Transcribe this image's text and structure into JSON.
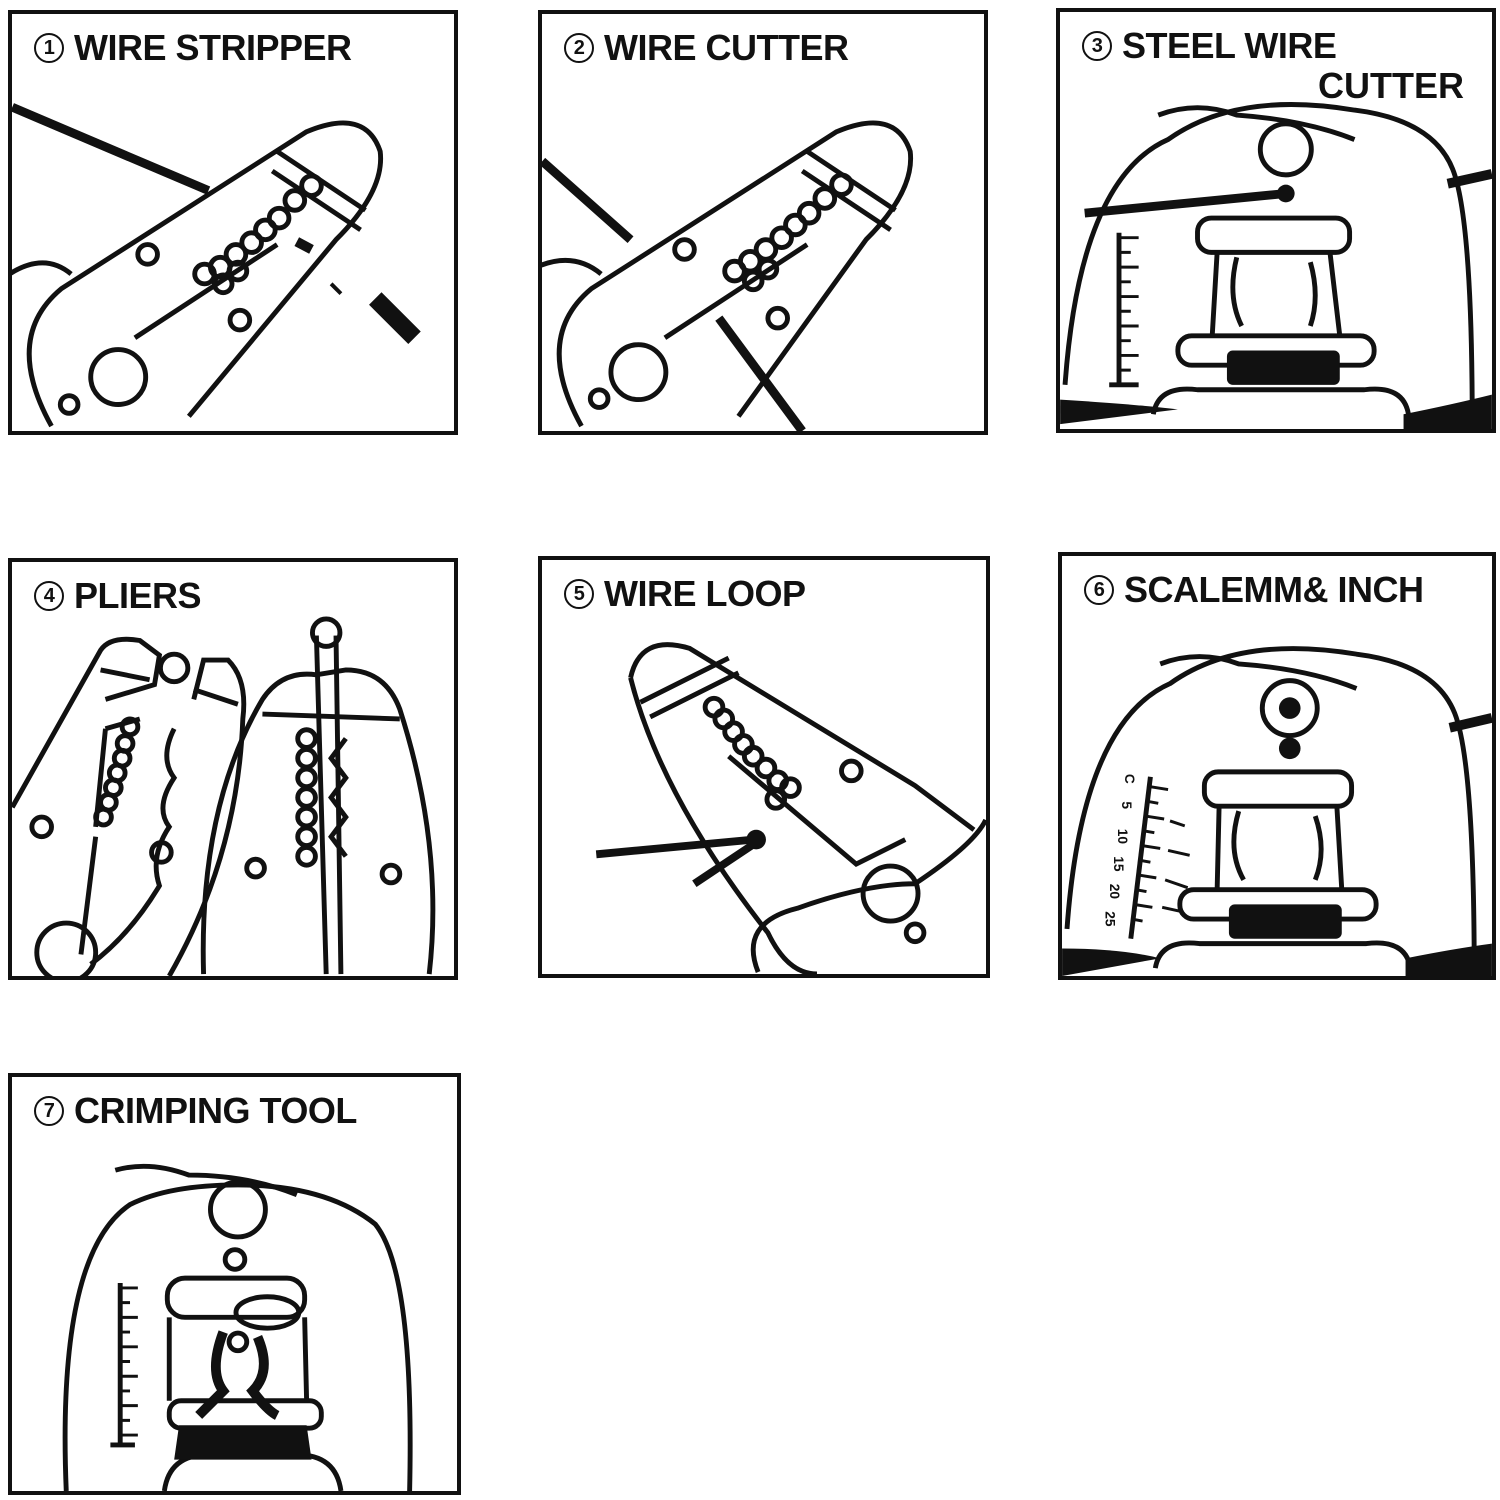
{
  "panels": [
    {
      "number": "1",
      "label": "WIRE STRIPPER",
      "icon": "wire-stripper-icon"
    },
    {
      "number": "2",
      "label": "WIRE CUTTER",
      "icon": "wire-cutter-icon"
    },
    {
      "number": "3",
      "label": "STEEL WIRE",
      "label2": "CUTTER",
      "icon": "steel-wire-cutter-icon"
    },
    {
      "number": "4",
      "label": "PLIERS",
      "icon": "pliers-icon"
    },
    {
      "number": "5",
      "label": "WIRE LOOP",
      "icon": "wire-loop-icon"
    },
    {
      "number": "6",
      "label": "SCALEMM& INCH",
      "icon": "scale-icon"
    },
    {
      "number": "7",
      "label": "CRIMPING TOOL",
      "icon": "crimping-tool-icon"
    }
  ],
  "scale_labels": [
    "C",
    "5",
    "10",
    "15",
    "20",
    "25"
  ]
}
